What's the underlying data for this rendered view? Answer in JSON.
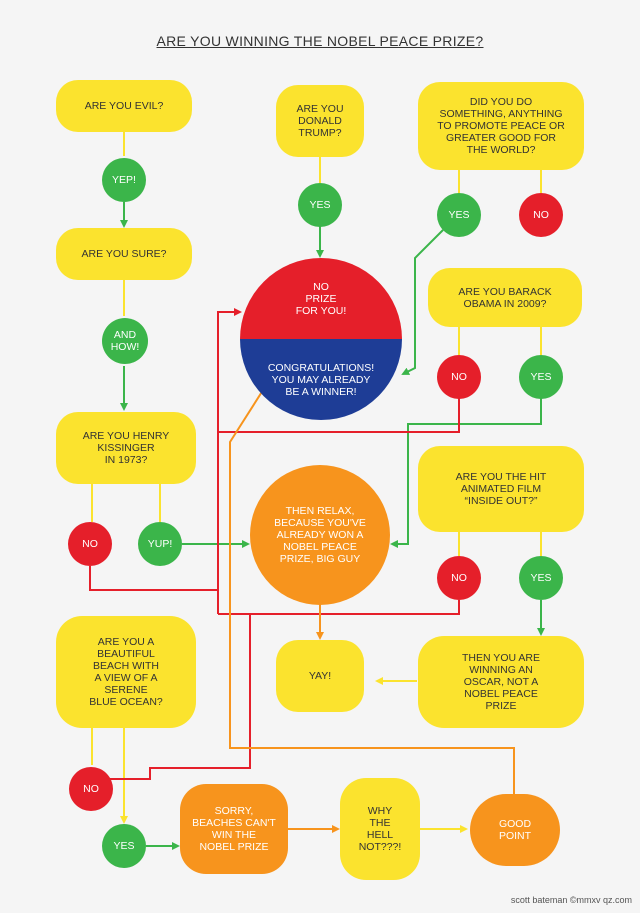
{
  "title": "ARE YOU WINNING THE NOBEL PEACE PRIZE?",
  "credit": "scott bateman ©mmxv qz.com",
  "colors": {
    "yellow": "#fbe32e",
    "orange": "#f7941d",
    "green": "#3bb54a",
    "red": "#e51f2a",
    "blue": "#1e3d96"
  },
  "nodes": {
    "evil": "ARE YOU EVIL?",
    "yep": "YEP!",
    "sure": "ARE YOU SURE?",
    "and_how": "AND\nHOW!",
    "kissinger": "ARE YOU HENRY\nKISSINGER\nIN 1973?",
    "no_kissinger": "NO",
    "yup": "YUP!",
    "trump": "ARE YOU\nDONALD\nTRUMP?",
    "yes_trump": "YES",
    "no_prize": "NO\nPRIZE\nFOR YOU!",
    "congrats": "CONGRATULATIONS!\nYOU MAY ALREADY\nBE A WINNER!",
    "promote": "DID YOU DO\nSOMETHING, ANYTHING\nTO PROMOTE PEACE OR\nGREATER GOOD FOR\nTHE WORLD?",
    "yes_promote": "YES",
    "no_promote": "NO",
    "obama": "ARE YOU BARACK\nOBAMA IN 2009?",
    "no_obama": "NO",
    "yes_obama": "YES",
    "relax": "THEN RELAX,\nBECAUSE YOU'VE\nALREADY WON A\nNOBEL PEACE\nPRIZE, BIG GUY",
    "inside_out": "ARE YOU THE HIT\nANIMATED FILM\n“INSIDE OUT?”",
    "no_inside": "NO",
    "yes_inside": "YES",
    "yay": "YAY!",
    "oscar": "THEN YOU ARE\nWINNING AN\nOSCAR, NOT A\nNOBEL PEACE\nPRIZE",
    "beach": "ARE YOU A\nBEAUTIFUL\nBEACH WITH\nA VIEW OF A\nSERENE\nBLUE OCEAN?",
    "no_beach": "NO",
    "yes_beach": "YES",
    "sorry": "SORRY,\nBEACHES CAN'T\nWIN THE\nNOBEL PRIZE",
    "why": "WHY\nTHE\nHELL\nNOT???!",
    "good_point": "GOOD\nPOINT"
  }
}
